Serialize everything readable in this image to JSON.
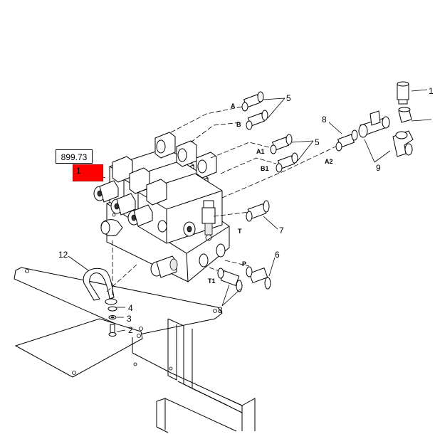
{
  "reference_box": {
    "code": "899.73",
    "highlighted_item": "1"
  },
  "callouts": {
    "n1": "1",
    "n2": "2",
    "n3": "3",
    "n4": "4",
    "n5a": "5",
    "n5b": "5",
    "n6": "6",
    "n7": "7",
    "n8a": "8",
    "n8b": "8",
    "n9": "9",
    "n12": "12"
  },
  "port_labels": {
    "A": "A",
    "B": "B",
    "A1": "A1",
    "B1": "B1",
    "A2": "A2",
    "T": "T",
    "P": "P",
    "T1": "T1"
  },
  "colors": {
    "highlight": "#ff0000",
    "lines": "#000000",
    "background": "#ffffff"
  }
}
